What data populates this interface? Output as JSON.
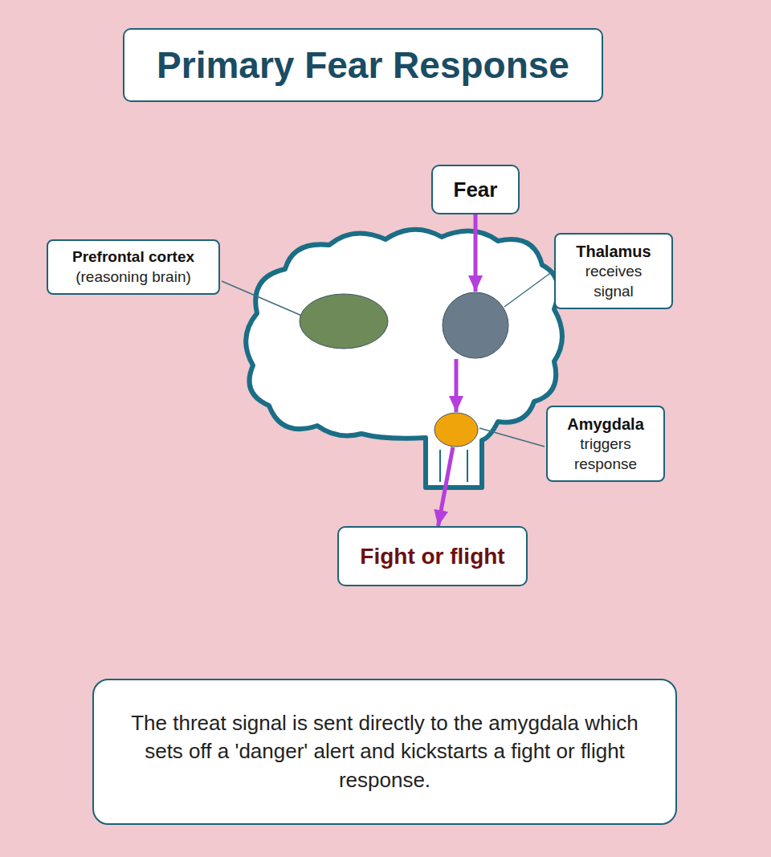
{
  "diagram": {
    "title": "Primary Fear Response",
    "caption": "The threat signal is sent directly to the amygdala which sets off a 'danger' alert and kickstarts a fight or flight response.",
    "nodes": [
      {
        "text": [
          "Fear"
        ]
      },
      {
        "text": [
          "Prefrontal cortex",
          "(reasoning brain)"
        ]
      },
      {
        "text": [
          "Thalamus",
          "receives signal"
        ]
      },
      {
        "text": [
          "Amygdala",
          "triggers response"
        ]
      },
      {
        "text": [
          "Fight or flight"
        ]
      }
    ],
    "edges": [
      {
        "from": 0,
        "to": 2,
        "arrow": "to"
      },
      {
        "from": 2,
        "to": 3,
        "arrow": "to"
      },
      {
        "from": 3,
        "to": 4,
        "arrow": "to"
      }
    ]
  }
}
